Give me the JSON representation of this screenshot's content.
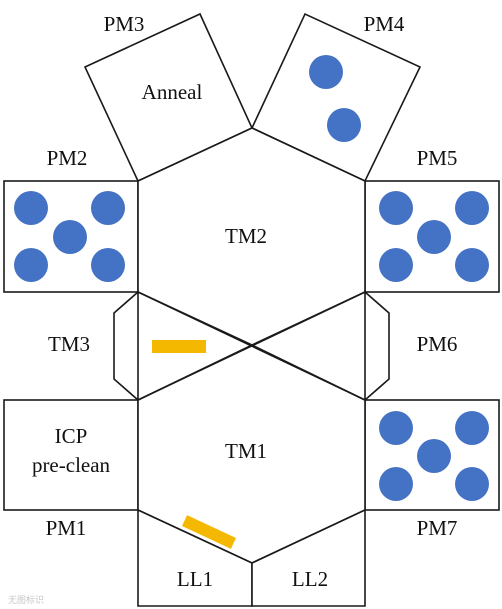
{
  "colors": {
    "wafer": "#4472C4",
    "marker": "#F5B800",
    "line": "#1a1a1a",
    "background": "#ffffff"
  },
  "modules": {
    "pm1": {
      "label": "PM1",
      "content_line1": "ICP",
      "content_line2": "pre-clean"
    },
    "pm2": {
      "label": "PM2",
      "wafers": 5
    },
    "pm3": {
      "label": "PM3",
      "content": "Anneal"
    },
    "pm4": {
      "label": "PM4",
      "wafers": 2
    },
    "pm5": {
      "label": "PM5",
      "wafers": 5
    },
    "pm6": {
      "label": "PM6"
    },
    "pm7": {
      "label": "PM7",
      "wafers": 5
    },
    "tm1": {
      "label": "TM1"
    },
    "tm2": {
      "label": "TM2"
    },
    "tm3": {
      "label": "TM3"
    },
    "ll1": {
      "label": "LL1"
    },
    "ll2": {
      "label": "LL2"
    }
  },
  "watermark": "无图标识"
}
